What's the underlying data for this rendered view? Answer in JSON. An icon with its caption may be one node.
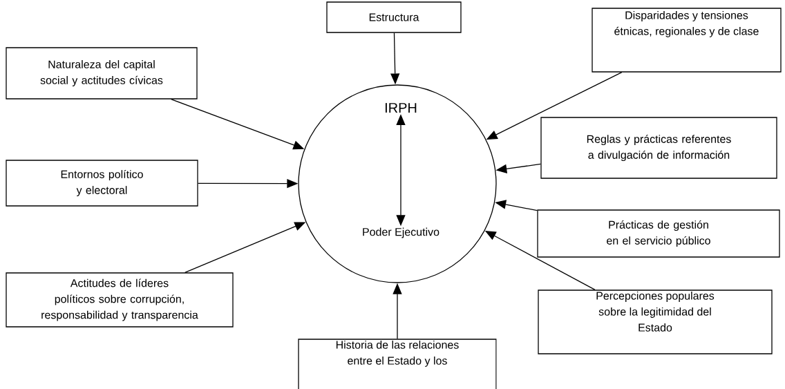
{
  "diagram": {
    "nodes": [
      {
        "text": [
          "Estructura"
        ]
      },
      {
        "text": [
          "Disparidades y tensiones étnicas, regionales y de clase"
        ]
      },
      {
        "text": [
          "Naturaleza del capital social y actitudes cívicas"
        ]
      },
      {
        "text": [],
        "shape": "circle"
      },
      {
        "text": [
          "IRPH"
        ],
        "in": 3
      },
      {
        "text": [
          "Poder Ejecutivo"
        ],
        "in": 3
      },
      {
        "text": [
          "Reglas y prácticas referentes a divulgación de información"
        ]
      },
      {
        "text": [
          "Entornos político y electoral"
        ]
      },
      {
        "text": [
          "Prácticas de gestión en el servicio público"
        ]
      },
      {
        "text": [
          "Actitudes de líderes políticos sobre corrupción, responsabilidad y transparencia"
        ]
      },
      {
        "text": [
          "Percepciones populares sobre la legitimidad del Estado"
        ]
      },
      {
        "text": [
          "Historia de las relaciones entre el Estado y los"
        ]
      }
    ],
    "edges": [
      {
        "from": 0,
        "to": 3,
        "arrow": "to"
      },
      {
        "from": 1,
        "to": 3,
        "arrow": "to"
      },
      {
        "from": 2,
        "to": 3,
        "arrow": "to"
      },
      {
        "from": 4,
        "to": 5,
        "arrow": "both"
      },
      {
        "from": 6,
        "to": 3,
        "arrow": "to"
      },
      {
        "from": 7,
        "to": 3,
        "arrow": "to"
      },
      {
        "from": 8,
        "to": 3,
        "arrow": "to"
      },
      {
        "from": 9,
        "to": 3,
        "arrow": "to"
      },
      {
        "from": 10,
        "to": 3,
        "arrow": "to"
      },
      {
        "from": 11,
        "to": 3,
        "arrow": "to"
      }
    ]
  }
}
